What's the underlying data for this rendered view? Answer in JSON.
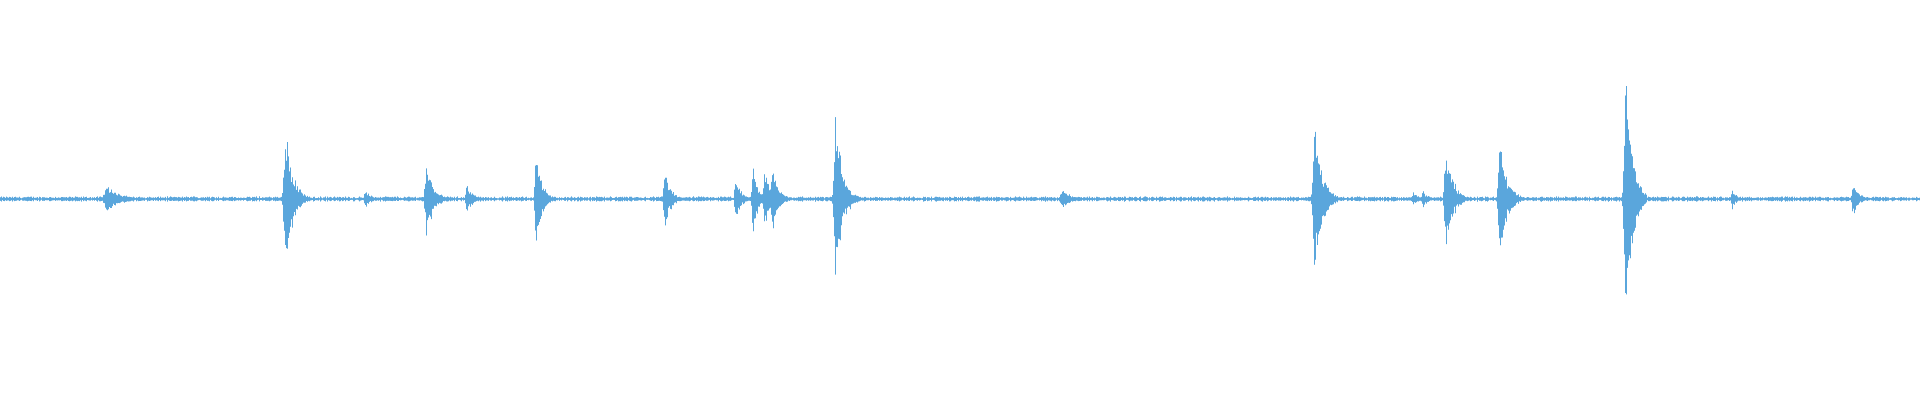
{
  "waveform": {
    "color": "#5aa6dc",
    "baseline_level": 0.01,
    "peaks": [
      {
        "pos": 0.056,
        "amp": 0.08,
        "spread": 0.006,
        "decay": 0.35
      },
      {
        "pos": 0.066,
        "amp": 0.015,
        "spread": 0.002,
        "decay": 0.3
      },
      {
        "pos": 0.09,
        "amp": 0.015,
        "spread": 0.003,
        "decay": 0.3
      },
      {
        "pos": 0.107,
        "amp": 0.015,
        "spread": 0.002,
        "decay": 0.3
      },
      {
        "pos": 0.1485,
        "amp": 0.45,
        "spread": 0.003,
        "decay": 0.2
      },
      {
        "pos": 0.19,
        "amp": 0.06,
        "spread": 0.002,
        "decay": 0.3
      },
      {
        "pos": 0.222,
        "amp": 0.22,
        "spread": 0.003,
        "decay": 0.25
      },
      {
        "pos": 0.243,
        "amp": 0.1,
        "spread": 0.002,
        "decay": 0.3
      },
      {
        "pos": 0.279,
        "amp": 0.36,
        "spread": 0.002,
        "decay": 0.2
      },
      {
        "pos": 0.346,
        "amp": 0.22,
        "spread": 0.002,
        "decay": 0.25
      },
      {
        "pos": 0.383,
        "amp": 0.13,
        "spread": 0.002,
        "decay": 0.3
      },
      {
        "pos": 0.392,
        "amp": 0.2,
        "spread": 0.002,
        "decay": 0.3
      },
      {
        "pos": 0.398,
        "amp": 0.18,
        "spread": 0.002,
        "decay": 0.3
      },
      {
        "pos": 0.402,
        "amp": 0.23,
        "spread": 0.002,
        "decay": 0.3
      },
      {
        "pos": 0.435,
        "amp": 0.5,
        "spread": 0.003,
        "decay": 0.2
      },
      {
        "pos": 0.553,
        "amp": 0.07,
        "spread": 0.003,
        "decay": 0.35
      },
      {
        "pos": 0.6845,
        "amp": 0.52,
        "spread": 0.003,
        "decay": 0.2
      },
      {
        "pos": 0.736,
        "amp": 0.04,
        "spread": 0.002,
        "decay": 0.3
      },
      {
        "pos": 0.741,
        "amp": 0.05,
        "spread": 0.002,
        "decay": 0.3
      },
      {
        "pos": 0.753,
        "amp": 0.31,
        "spread": 0.003,
        "decay": 0.22
      },
      {
        "pos": 0.781,
        "amp": 0.37,
        "spread": 0.003,
        "decay": 0.22
      },
      {
        "pos": 0.8465,
        "amp": 0.8,
        "spread": 0.003,
        "decay": 0.18
      },
      {
        "pos": 0.902,
        "amp": 0.06,
        "spread": 0.002,
        "decay": 0.3
      },
      {
        "pos": 0.965,
        "amp": 0.11,
        "spread": 0.002,
        "decay": 0.3
      }
    ]
  }
}
